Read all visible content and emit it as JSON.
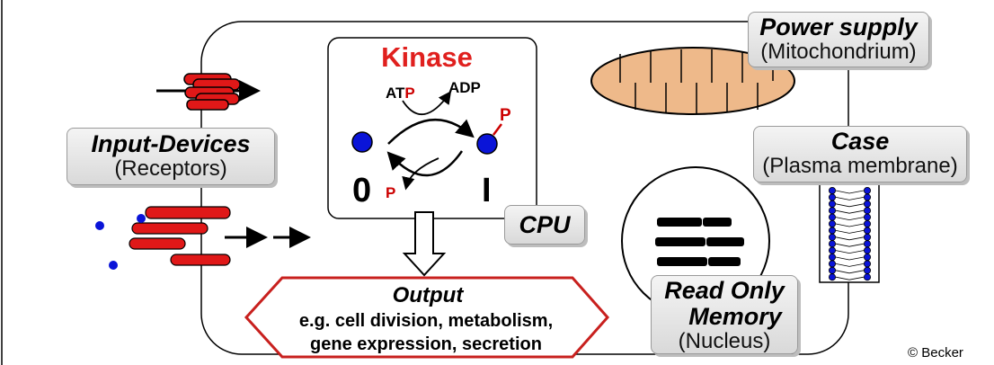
{
  "kinase": {
    "title": "Kinase",
    "atp_prefix": "AT",
    "atp_p": "P",
    "adp": "ADP",
    "p_right": "P",
    "p_bottom": "P",
    "state_off": "0",
    "state_on": "I"
  },
  "cpu_label": "CPU",
  "power_supply": {
    "title": "Power supply",
    "sub": "(Mitochondrium)"
  },
  "case": {
    "title": "Case",
    "sub": "(Plasma membrane)"
  },
  "input_devices": {
    "title": "Input-Devices",
    "sub": "(Receptors)"
  },
  "output": {
    "title": "Output",
    "line1": "e.g. cell division, metabolism,",
    "line2": "gene expression, secretion"
  },
  "rom": {
    "title_line1": "Read Only",
    "title_line2": "Memory",
    "sub": "(Nucleus)"
  },
  "copyright": "© Becker",
  "colors": {
    "kinase_red": "#e0201e",
    "phosphate_red": "#cc0000",
    "molecule_blue": "#0a14d8",
    "mitochondrion_fill": "#eeb98a",
    "receptor_red": "#e01818",
    "output_border": "#c8201e"
  }
}
